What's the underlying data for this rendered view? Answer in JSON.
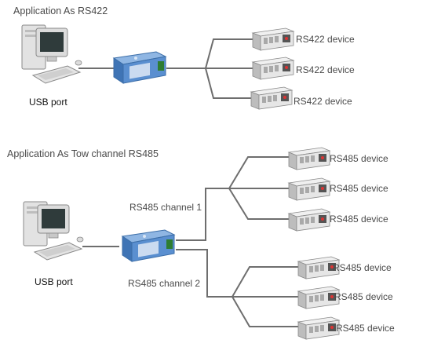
{
  "section1": {
    "title": "Application As RS422",
    "pc_label": "USB port",
    "device_labels": [
      "RS422 device",
      "RS422 device",
      "RS422 device"
    ]
  },
  "section2": {
    "title": "Application As Tow channel RS485",
    "pc_label": "USB port",
    "channel1_label": "RS485 channel 1",
    "channel2_label": "RS485 channel 2",
    "channel1_devices": [
      "RS485 device",
      "RS485 device",
      "RS485 device"
    ],
    "channel2_devices": [
      "RS485 device",
      "RS485 device",
      "RS485 device"
    ]
  },
  "colors": {
    "wire": "#6e6e6e",
    "converter": "#4f86c6",
    "pc_body": "#d9d9d9",
    "screen": "#2f3b3b"
  }
}
